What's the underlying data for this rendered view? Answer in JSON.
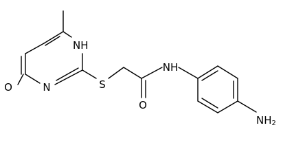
{
  "atoms": {
    "nh_ring": "NH",
    "n_ring": "N",
    "o_carbonyl_ring": "O",
    "s_thioether": "S",
    "o_amide": "O",
    "nh_amide": "NH",
    "nh2_amine": "NH",
    "nh2_subscript": "2"
  }
}
